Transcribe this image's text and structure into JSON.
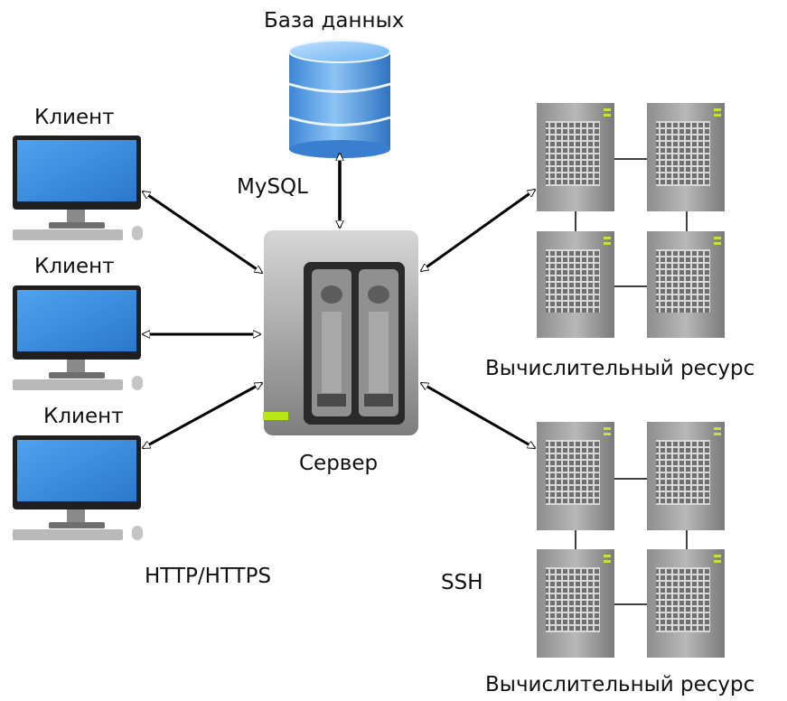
{
  "database": {
    "title": "База данных",
    "protocol": "MySQL"
  },
  "clients": [
    {
      "label": "Клиент"
    },
    {
      "label": "Клиент"
    },
    {
      "label": "Клиент"
    }
  ],
  "client_protocol": "HTTP/HTTPS",
  "server": {
    "label": "Сервер",
    "led_color": "#b8e619"
  },
  "compute_resources": [
    {
      "label": "Вычислительный ресурс"
    },
    {
      "label": "Вычислительный ресурс"
    }
  ],
  "compute_protocol": "SSH",
  "colors": {
    "monitor_screen": "#3b8fe0",
    "db_blue": "#5aa5ea",
    "server_body": "#9a9a9a",
    "arrow": "#000000"
  }
}
